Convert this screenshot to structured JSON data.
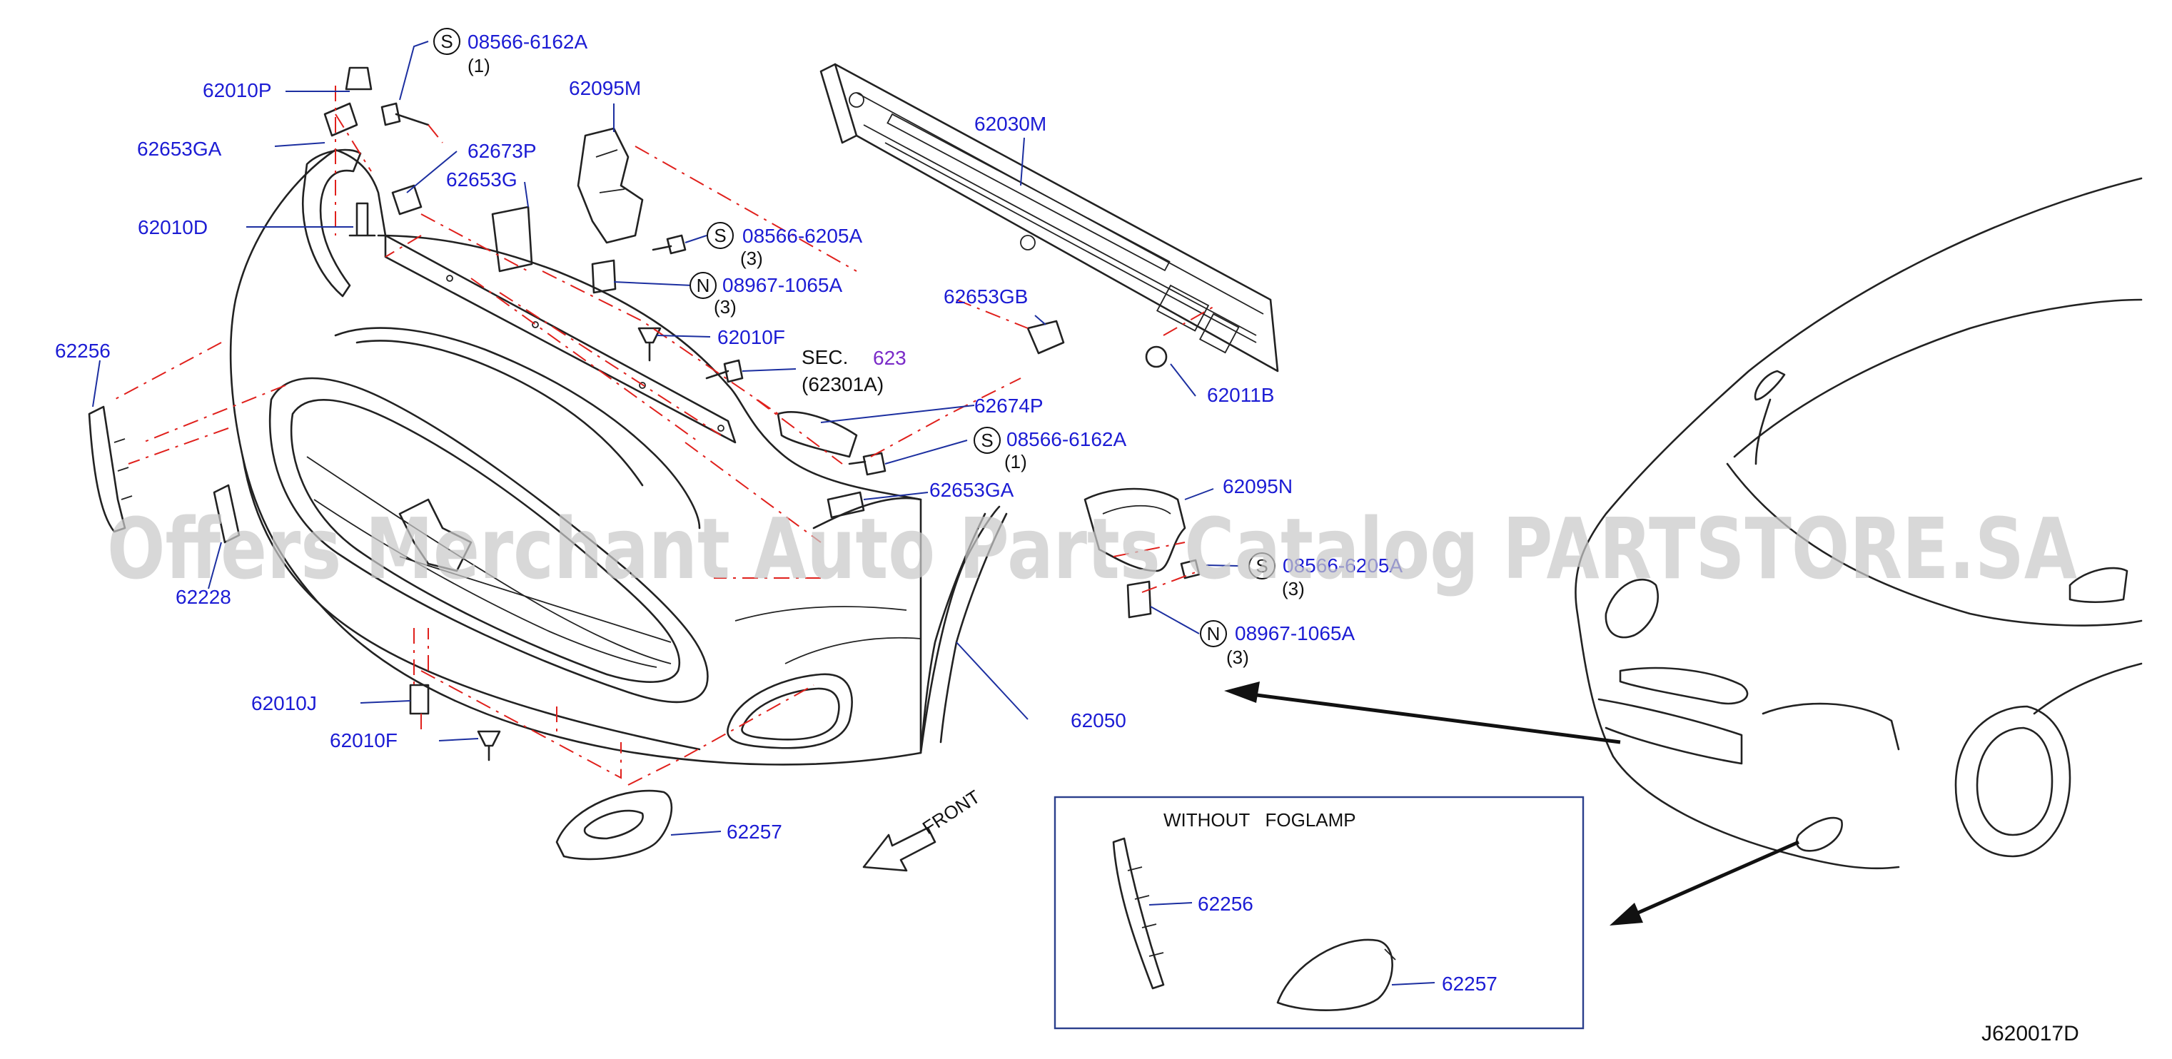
{
  "parts": {
    "p62010P": "62010P",
    "p62653GA_top": "62653GA",
    "p62010D": "62010D",
    "p62256_main": "62256",
    "p62228": "62228",
    "p62010J": "62010J",
    "p62010F_bottom": "62010F",
    "p62257_main": "62257",
    "p08566_6162A_top": "08566-6162A",
    "p62673P": "62673P",
    "p62653G": "62653G",
    "p62095M": "62095M",
    "p08566_6205A_top": "08566-6205A",
    "p08967_1065A_top": "08967-1065A",
    "p62010F_top": "62010F",
    "p62030M": "62030M",
    "p62653GB": "62653GB",
    "p62011B": "62011B",
    "p62674P": "62674P",
    "p08566_6162A_mid": "08566-6162A",
    "p62653GA_mid": "62653GA",
    "p62095N": "62095N",
    "p08566_6205A_low": "08566-6205A",
    "p08967_1065A_low": "08967-1065A",
    "p62050": "62050",
    "p62256_inset": "62256",
    "p62257_inset": "62257"
  },
  "quantities": {
    "q1_top": "(1)",
    "q3_6205_top": "(3)",
    "q3_1065_top": "(3)",
    "q1_mid": "(1)",
    "q3_6205_low": "(3)",
    "q3_1065_low": "(3)"
  },
  "symbols": {
    "s_top": "S",
    "s_6205_top": "S",
    "n_top": "N",
    "s_mid": "S",
    "s_low": "S",
    "n_low": "N"
  },
  "section_ref": {
    "label": "SEC.",
    "number": "623",
    "subref": "(62301A)"
  },
  "front_label": "FRONT",
  "inset": {
    "title": "WITHOUT   FOGLAMP"
  },
  "diagram_code": "J620017D",
  "watermark": "Offers Merchant Auto Parts Catalog PARTSTORE.SA",
  "colors": {
    "part_label": "#1c1cd4",
    "section_number": "#7a2bc8",
    "dash_line": "#e0201c",
    "inset_border": "#2b3f8c"
  }
}
